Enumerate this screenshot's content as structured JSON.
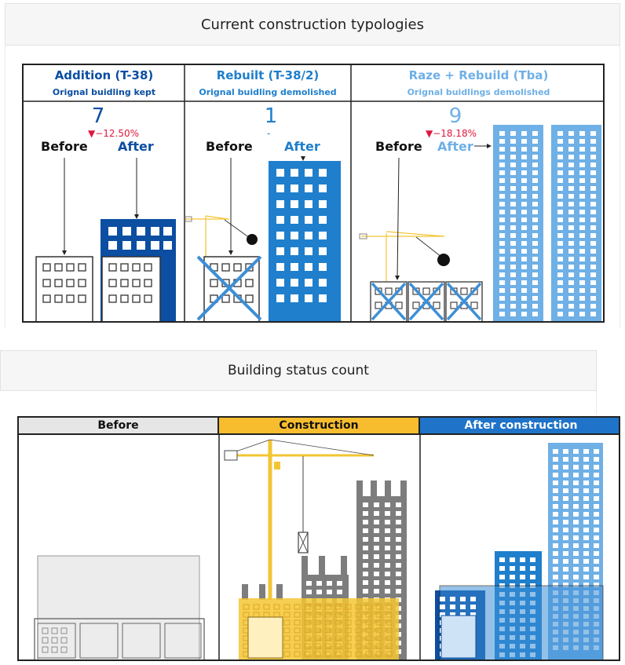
{
  "typologies": {
    "header": "Current construction typologies",
    "columns": [
      {
        "title": "Addition (T-38)",
        "subtitle": "Orignal buidling kept",
        "count": "7",
        "delta": "▼−12.50%",
        "before_label": "Before",
        "after_label": "After",
        "color": "#0b4ea2"
      },
      {
        "title": "Rebuilt (T-38/2)",
        "subtitle": "Orignal buidling demolished",
        "count": "1",
        "delta": "-",
        "before_label": "Before",
        "after_label": "After",
        "color": "#1f7fcc"
      },
      {
        "title": "Raze + Rebuild (Tba)",
        "subtitle": "Orignal buidlings demolished",
        "count": "9",
        "delta": "▼−18.18%",
        "before_label": "Before",
        "after_label": "After",
        "color": "#6fb0e6"
      }
    ]
  },
  "status": {
    "header": "Building status count",
    "columns": [
      {
        "label": "Before",
        "color": "#e6e6e6"
      },
      {
        "label": "Construction",
        "color": "#f7bd2e"
      },
      {
        "label": "After construction",
        "color": "#1f73c8"
      }
    ]
  },
  "colors": {
    "dark_blue": "#0b4ea2",
    "mid_blue": "#1f7fcc",
    "light_blue": "#6fb0e6",
    "crane_yellow": "#f3c534",
    "delta_red": "#e0173c",
    "gray_building": "#7d7d7d"
  },
  "icons": [
    "crane-icon",
    "wrecking-ball-icon",
    "building-icon",
    "cross-mark-icon"
  ]
}
